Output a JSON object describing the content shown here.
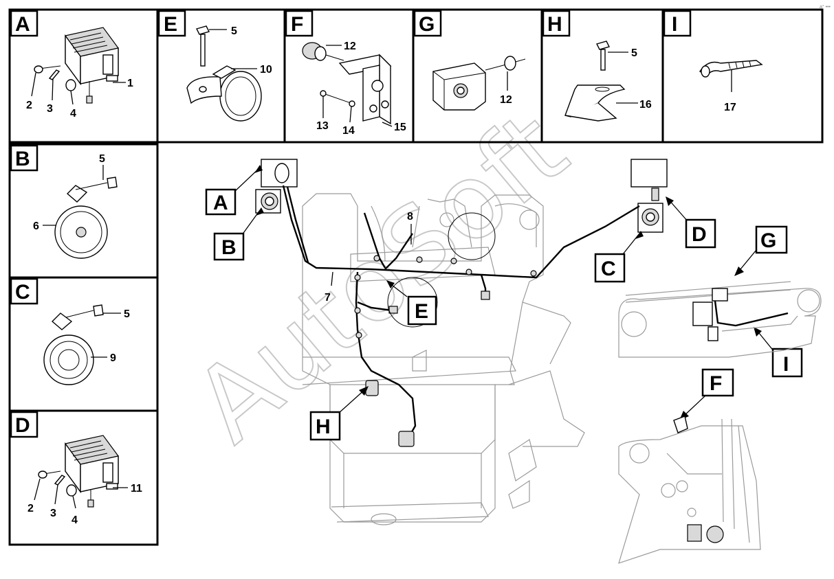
{
  "watermark": "AutoSoft",
  "corner_mark": "a° •••",
  "panels": {
    "A": {
      "tag": "A",
      "callouts": [
        "1",
        "2",
        "3",
        "4"
      ]
    },
    "B": {
      "tag": "B",
      "callouts": [
        "5",
        "6"
      ]
    },
    "C": {
      "tag": "C",
      "callouts": [
        "5",
        "9"
      ]
    },
    "D": {
      "tag": "D",
      "callouts": [
        "2",
        "3",
        "4",
        "11"
      ]
    },
    "E": {
      "tag": "E",
      "callouts": [
        "5",
        "10"
      ]
    },
    "F": {
      "tag": "F",
      "callouts": [
        "12",
        "13",
        "14",
        "15"
      ]
    },
    "G": {
      "tag": "G",
      "callouts": [
        "12"
      ]
    },
    "H": {
      "tag": "H",
      "callouts": [
        "5",
        "16"
      ]
    },
    "I": {
      "tag": "I",
      "callouts": [
        "17"
      ]
    }
  },
  "main": {
    "callouts": [
      "7",
      "8"
    ],
    "tags": [
      "A",
      "B",
      "C",
      "D",
      "E",
      "G",
      "H",
      "I",
      "F"
    ]
  }
}
